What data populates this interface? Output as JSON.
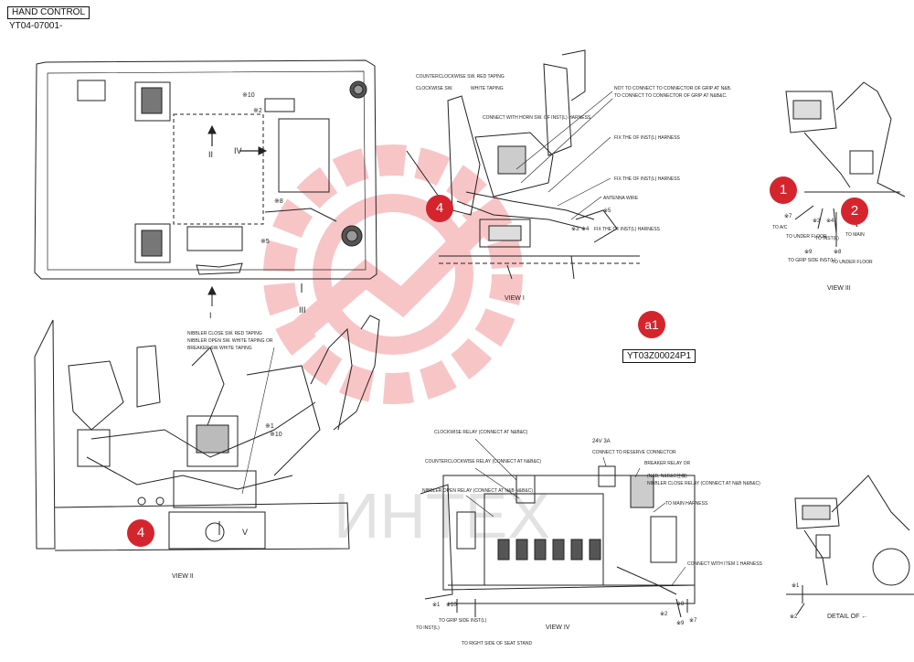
{
  "header": {
    "title": "HAND CONTROL",
    "code": "YT04-07001-"
  },
  "callouts": [
    {
      "id": "callout-4-view1",
      "text": "4"
    },
    {
      "id": "callout-4-view2",
      "text": "4"
    },
    {
      "id": "callout-1-view3",
      "text": "1"
    },
    {
      "id": "callout-2-view3",
      "text": "2"
    },
    {
      "id": "callout-a1",
      "text": "a1"
    }
  ],
  "reference_code": "YT03Z00024P1",
  "watermark": "ИНТЕХ",
  "top_view": {
    "arrows": [
      "I",
      "II",
      "III",
      "IV",
      "V"
    ],
    "marks": [
      "※10",
      "※2",
      "※8",
      "※5"
    ]
  },
  "view1": {
    "title": "VIEW I",
    "notes": [
      "COUNTERCLOCKWISE SW. RED TAPING",
      "CLOCKWISE SW.",
      "WHITE TAPING",
      "CONNECT WITH HORN SW. OF INST(L) HARNESS",
      "NOT TO CONNECT TO CONNECTOR OF GRIP AT N&B.",
      "TO CONNECT TO CONNECTOR OF GRIP AT N&B&C.",
      "FIX THE OF INST(L) HARNESS",
      "FIX THE OF INST(L) HARNESS",
      "ANTENNA WIRE",
      "FIX THE OF INST(L) HARNESS"
    ],
    "marks": [
      "※5",
      "※3",
      "※4"
    ]
  },
  "view2": {
    "title": "VIEW II",
    "notes": [
      "NIBBLER CLOSE SW. RED TAPING",
      "NIBBLER OPEN SW. WHITE TAPING OR",
      "BREAKER SW.",
      "WHITE TAPING"
    ],
    "marks": [
      "※1",
      "※10",
      "V"
    ]
  },
  "view3": {
    "title": "VIEW III",
    "labels": [
      "TO A/C",
      "TO UNDER FLOOR",
      "TO INST(L)",
      "TO MAIN",
      "TO GRIP SIDE INST(L)",
      "TO UNDER FLOOR"
    ],
    "marks": [
      "※7",
      "※3",
      "※4",
      "※9",
      "※8"
    ]
  },
  "view4": {
    "title": "VIEW IV",
    "notes": [
      "CLOCKWISE RELAY (CONNECT AT N&B&C)",
      "COUNTERCLOCKWISE RELAY (CONNECT AT N&B&C)",
      "NIBBLER OPEN RELAY (CONNECT AT N&B N&B&C)",
      "24V 3A",
      "CONNECT TO RESERVE CONNECTOR",
      "BREAKER RELAY OR",
      "(N&B, N&B&C仕様)",
      "NIBBLER CLOSE RELAY (CONNECT AT N&B N&B&C)",
      "TO MAIN HARNESS",
      "CONNECT WITH ITEM 1 HARNESS",
      "TO GRIP SIDE INST(L)",
      "TO INST(L)",
      "TO RIGHT SIDE OF SEAT STAND"
    ],
    "marks": [
      "※1",
      "※10",
      "※2",
      "※8",
      "※9",
      "※7"
    ]
  },
  "detail": {
    "title": "DETAIL OF ←",
    "marks": [
      "※1",
      "※2"
    ]
  }
}
